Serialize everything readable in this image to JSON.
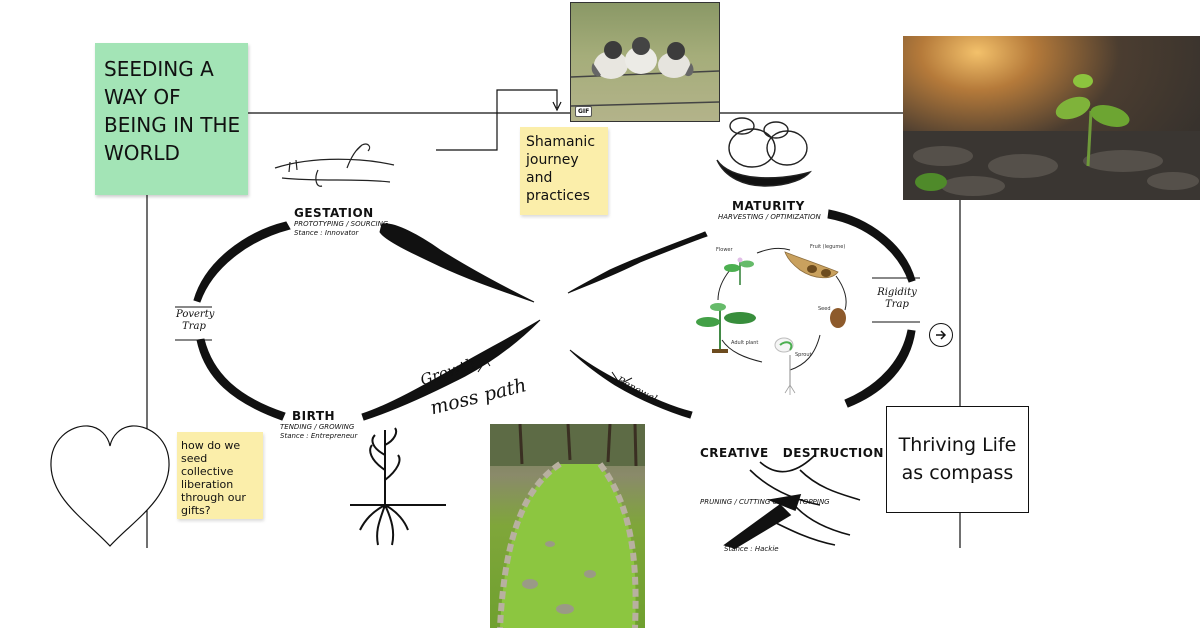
{
  "board": {
    "title_note": "SEEDING A WAY OF BEING IN THE WORLD",
    "shamanic_note": "Shamanic journey and practices",
    "heart_note": "how do we seed collective liberation through our gifts?",
    "compass_box": "Thriving Life as compass"
  },
  "stages": {
    "gestation": {
      "title": "GESTATION",
      "sub1": "PROTOTYPING / SOURCING",
      "sub2": "Stance : Innovator"
    },
    "maturity": {
      "title": "MATURITY",
      "sub1": "HARVESTING / OPTIMIZATION"
    },
    "birth": {
      "title": "BIRTH",
      "sub1": "TENDING / GROWING",
      "sub2": "Stance : Entrepreneur"
    },
    "creative_destruction": {
      "title": "CREATIVE   DESTRUCTION",
      "sub1": "PRUNING / CUTTING OUT / STOPPING",
      "sub2": "Stance : Hackie"
    }
  },
  "traps": {
    "left": "Poverty Trap",
    "right": "Rigidity Trap"
  },
  "path_labels": {
    "growth": "Growth",
    "moss_path": "moss path",
    "renewal": "Renewal"
  },
  "lifecycle_labels": {
    "flower": "Flower",
    "fruit": "Fruit (legume)",
    "seed": "Seed",
    "sprout": "Sprout",
    "adult_plant": "Adult plant"
  },
  "media": {
    "gif_badge": "GIF"
  },
  "icons": [
    "heart-icon",
    "arrow-right-circle-icon",
    "seeds-bowl-icon",
    "seedling-icon",
    "pruning-shears-icon"
  ],
  "colors": {
    "green_note": "#a3e4b6",
    "yellow_note": "#fbeeaa",
    "ink": "#111111"
  }
}
